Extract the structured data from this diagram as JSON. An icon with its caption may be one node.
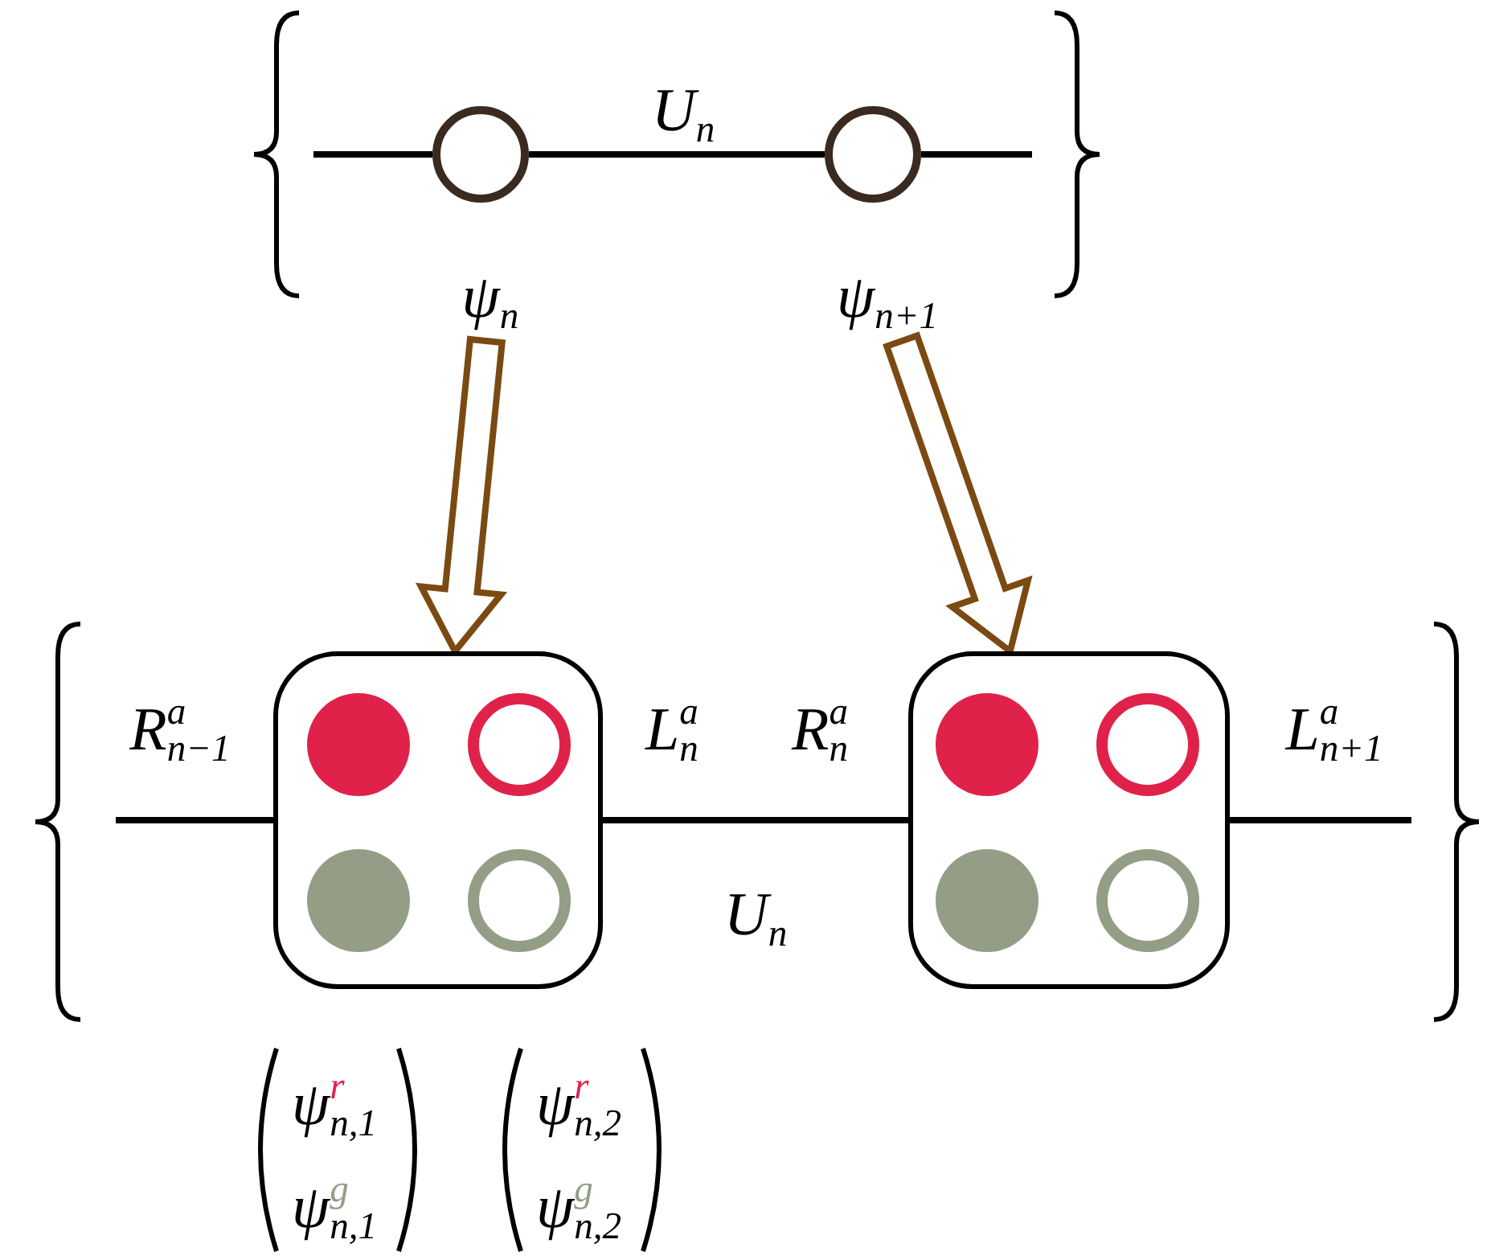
{
  "diagram": {
    "nodes": [
      {
        "text": [],
        "shape": "circle"
      },
      {
        "text": [],
        "shape": "circle"
      },
      {
        "text": [
          "ψ$_{n}$"
        ]
      },
      {
        "text": [
          "ψ$_{n+1}$"
        ]
      },
      {
        "text": [],
        "shape": "box"
      },
      {
        "text": [],
        "shape": "box"
      }
    ],
    "edges": [
      {
        "from": null,
        "to": 0,
        "arrow": "none"
      },
      {
        "from": 0,
        "to": 1,
        "arrow": "none",
        "label": "U$_{n}$"
      },
      {
        "from": 1,
        "to": null,
        "arrow": "none"
      },
      {
        "from": 2,
        "to": 4,
        "arrow": "to",
        "style": "thick",
        "color": "#7b4a12"
      },
      {
        "from": 3,
        "to": 5,
        "arrow": "to",
        "style": "thick",
        "color": "#7b4a12"
      },
      {
        "from": null,
        "to": 4,
        "arrow": "none"
      },
      {
        "from": 4,
        "to": 5,
        "arrow": "none",
        "label": "U$_{n}$"
      },
      {
        "from": 5,
        "to": null,
        "arrow": "none"
      }
    ],
    "labels": [
      "R$^{a}$$_{n−1}$",
      "L$^{a}$$_{n}$",
      "R$^{a}$$_{n}$",
      "L$^{a}$$_{n+1}$",
      "ψ$^{r}$$_{n,1}$",
      "ψ$^{r}$$_{n,2}$",
      "ψ$^{g}$$_{n,1}$",
      "ψ$^{g}$$_{n,2}$"
    ]
  }
}
